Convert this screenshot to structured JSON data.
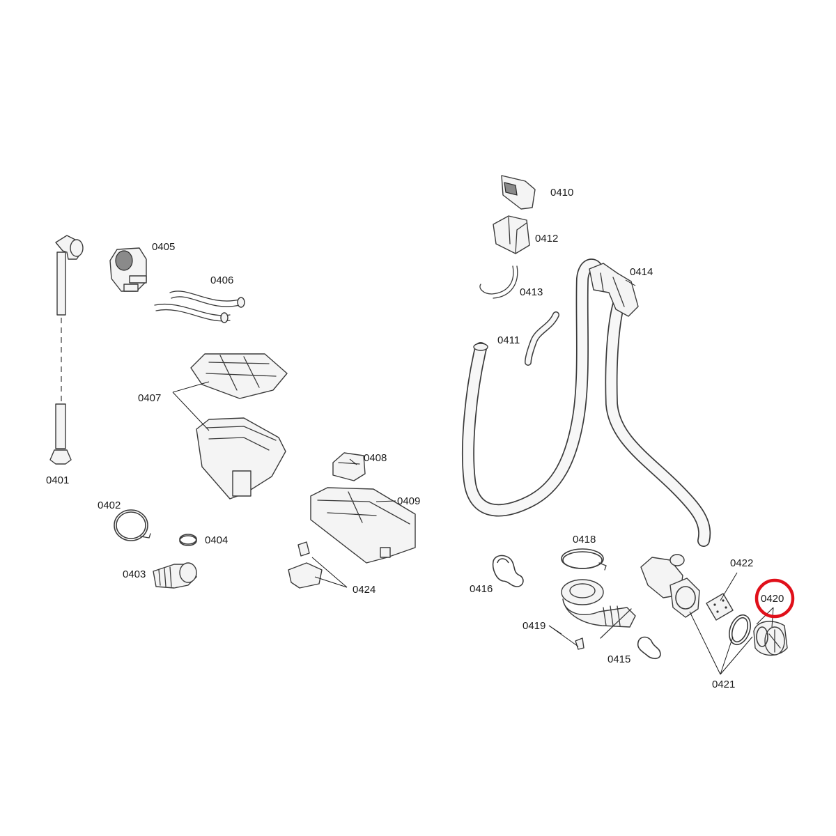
{
  "labels": {
    "p0401": "0401",
    "p0402": "0402",
    "p0403": "0403",
    "p0404": "0404",
    "p0405": "0405",
    "p0406": "0406",
    "p0407": "0407",
    "p0408": "0408",
    "p0409": "0409",
    "p0410": "0410",
    "p0411": "0411",
    "p0412": "0412",
    "p0413": "0413",
    "p0414": "0414",
    "p0415": "0415",
    "p0416": "0416",
    "p0418": "0418",
    "p0419": "0419",
    "p0420": "0420",
    "p0421": "0421",
    "p0422": "0422",
    "p0424": "0424"
  },
  "colors": {
    "highlight": "#e0101a",
    "line": "#3a3a3a",
    "background": "#ffffff"
  },
  "highlighted_part": "0420"
}
